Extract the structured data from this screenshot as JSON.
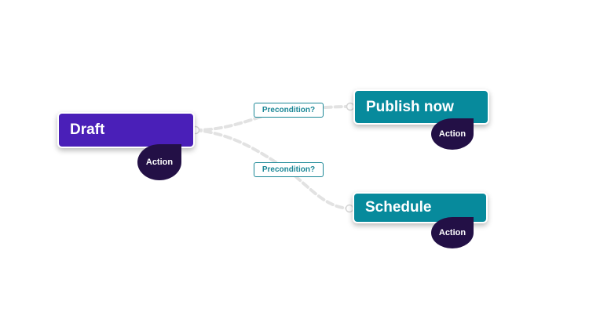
{
  "nodes": {
    "draft": {
      "label": "Draft",
      "color": "#4a1fb8"
    },
    "publish_now": {
      "label": "Publish now",
      "color": "#078a9c"
    },
    "schedule": {
      "label": "Schedule",
      "color": "#078a9c"
    }
  },
  "actions": {
    "draft": "Action",
    "publish_now": "Action",
    "schedule": "Action",
    "color": "#231046"
  },
  "preconditions": {
    "top": "Precondition?",
    "bottom": "Precondition?"
  },
  "connector_color": "#e4e4e4"
}
